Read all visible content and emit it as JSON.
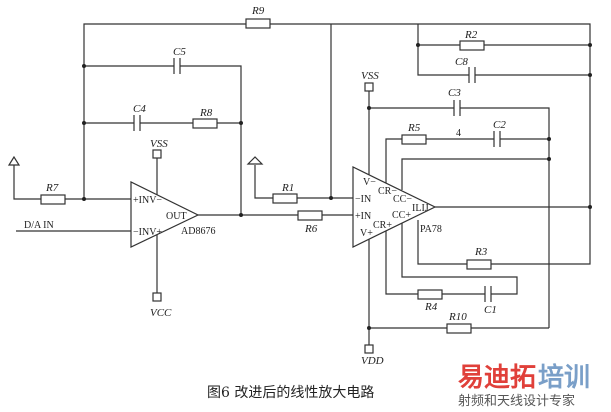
{
  "components": {
    "R9": "R9",
    "R2": "R2",
    "C8": "C8",
    "C5": "C5",
    "C4": "C4",
    "R8": "R8",
    "R7": "R7",
    "R1": "R1",
    "R6": "R6",
    "C3": "C3",
    "R5": "R5",
    "node4": "4",
    "C2": "C2",
    "R3": "R3",
    "R4": "R4",
    "C1": "C1",
    "R10": "R10"
  },
  "opamp1": {
    "name": "AD8676",
    "pin_inv_plus": "+INV−",
    "pin_inv_minus": "−INV+",
    "pin_out": "OUT",
    "vss": "VSS",
    "vcc": "VCC"
  },
  "opamp2": {
    "name": "PA78",
    "pin_vminus": "V−",
    "pin_crminus": "CR−",
    "pin_ccminus": "CC−",
    "pin_minus_in": "−IN",
    "pin_plus_in": "+IN",
    "pin_ccplus": "CC+",
    "pin_crplus": "CR+",
    "pin_vplus": "V+",
    "pin_out": "ILIJ",
    "vss": "VSS",
    "vdd": "VDD"
  },
  "input_label": "D/A  IN",
  "caption": "图6   改进后的线性放大电路",
  "watermark": {
    "brand_red": "易迪拓",
    "brand_blue": "培训",
    "tagline": "射频和天线设计专家",
    "red": "#e0403a",
    "blue": "#7a9fc8"
  }
}
